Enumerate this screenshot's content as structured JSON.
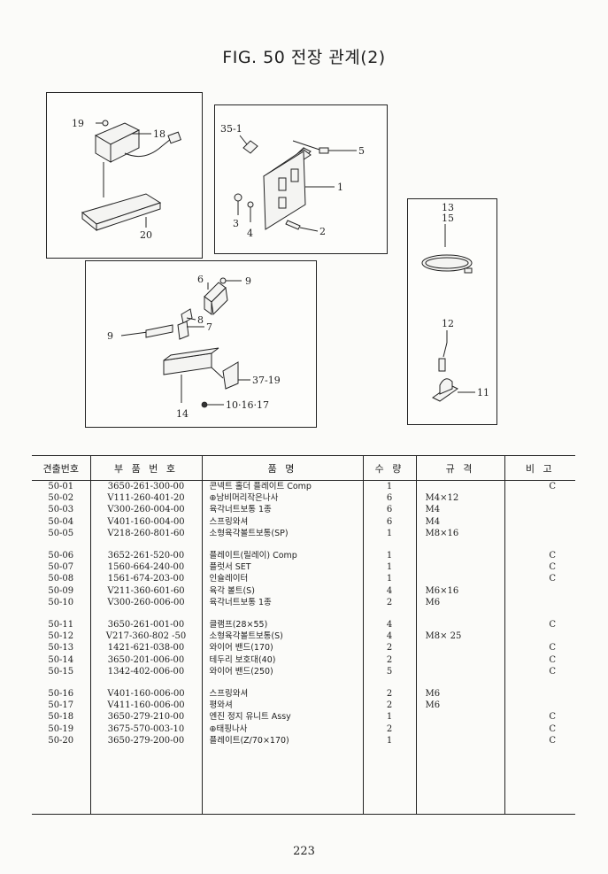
{
  "page": {
    "title": "FIG. 50 전장 관계(2)",
    "page_number": "223"
  },
  "diagrams": {
    "panel_a": {
      "callouts": [
        "19",
        "18",
        "20"
      ]
    },
    "panel_b": {
      "callouts": [
        "35-1",
        "5",
        "1",
        "3",
        "4",
        "2"
      ]
    },
    "panel_c": {
      "callouts": [
        "6",
        "9",
        "8",
        "9",
        "7",
        "37-19",
        "14",
        "10·16·17"
      ]
    },
    "panel_d": {
      "callouts": [
        "13",
        "15",
        "12",
        "11"
      ]
    }
  },
  "table": {
    "headers": [
      "견출번호",
      "부 품 번 호",
      "품 명",
      "수 량",
      "규 격",
      "비 고"
    ],
    "groups": [
      [
        {
          "ref": "50-01",
          "part": "3650-261-300-00",
          "name": "콘넥트 홀더 플레이트 Comp",
          "qty": "1",
          "spec": "",
          "remark": "C"
        },
        {
          "ref": "50-02",
          "part": "V111-260-401-20",
          "name": "⊕남비머리작은나사",
          "qty": "6",
          "spec": "M4×12",
          "remark": ""
        },
        {
          "ref": "50-03",
          "part": "V300-260-004-00",
          "name": "육각너트보통 1종",
          "qty": "6",
          "spec": "M4",
          "remark": ""
        },
        {
          "ref": "50-04",
          "part": "V401-160-004-00",
          "name": "스프링와셔",
          "qty": "6",
          "spec": "M4",
          "remark": ""
        },
        {
          "ref": "50-05",
          "part": "V218-260-801-60",
          "name": "소형육각볼트보통(SP)",
          "qty": "1",
          "spec": "M8×16",
          "remark": ""
        }
      ],
      [
        {
          "ref": "50-06",
          "part": "3652-261-520-00",
          "name": "플레이트(릴레이) Comp",
          "qty": "1",
          "spec": "",
          "remark": "C"
        },
        {
          "ref": "50-07",
          "part": "1560-664-240-00",
          "name": "플럿서 SET",
          "qty": "1",
          "spec": "",
          "remark": "C"
        },
        {
          "ref": "50-08",
          "part": "1561-674-203-00",
          "name": "인슐레이터",
          "qty": "1",
          "spec": "",
          "remark": "C"
        },
        {
          "ref": "50-09",
          "part": "V211-360-601-60",
          "name": "육각 볼트(S)",
          "qty": "4",
          "spec": "M6×16",
          "remark": ""
        },
        {
          "ref": "50-10",
          "part": "V300-260-006-00",
          "name": "육각너트보통 1종",
          "qty": "2",
          "spec": "M6",
          "remark": ""
        }
      ],
      [
        {
          "ref": "50-11",
          "part": "3650-261-001-00",
          "name": "클램프(28×55)",
          "qty": "4",
          "spec": "",
          "remark": "C"
        },
        {
          "ref": "50-12",
          "part": "V217-360-802 -50",
          "name": "소형육각볼트보통(S)",
          "qty": "4",
          "spec": "M8× 25",
          "remark": ""
        },
        {
          "ref": "50-13",
          "part": "1421-621-038-00",
          "name": "와이어 밴드(170)",
          "qty": "2",
          "spec": "",
          "remark": "C"
        },
        {
          "ref": "50-14",
          "part": "3650-201-006-00",
          "name": "테두리 보호대(40)",
          "qty": "2",
          "spec": "",
          "remark": "C"
        },
        {
          "ref": "50-15",
          "part": "1342-402-006-00",
          "name": "와이어 밴드(250)",
          "qty": "5",
          "spec": "",
          "remark": "C"
        }
      ],
      [
        {
          "ref": "50-16",
          "part": "V401-160-006-00",
          "name": "스프링와셔",
          "qty": "2",
          "spec": "M6",
          "remark": ""
        },
        {
          "ref": "50-17",
          "part": "V411-160-006-00",
          "name": "평와셔",
          "qty": "2",
          "spec": "M6",
          "remark": ""
        },
        {
          "ref": "50-18",
          "part": "3650-279-210-00",
          "name": "엔진 정지 유니트 Assy",
          "qty": "1",
          "spec": "",
          "remark": "C"
        },
        {
          "ref": "50-19",
          "part": "3675-570-003-10",
          "name": "⊕태핑나사",
          "qty": "2",
          "spec": "",
          "remark": "C"
        },
        {
          "ref": "50-20",
          "part": "3650-279-200-00",
          "name": "플레이트(Z/70×170)",
          "qty": "1",
          "spec": "",
          "remark": "C"
        }
      ]
    ]
  }
}
